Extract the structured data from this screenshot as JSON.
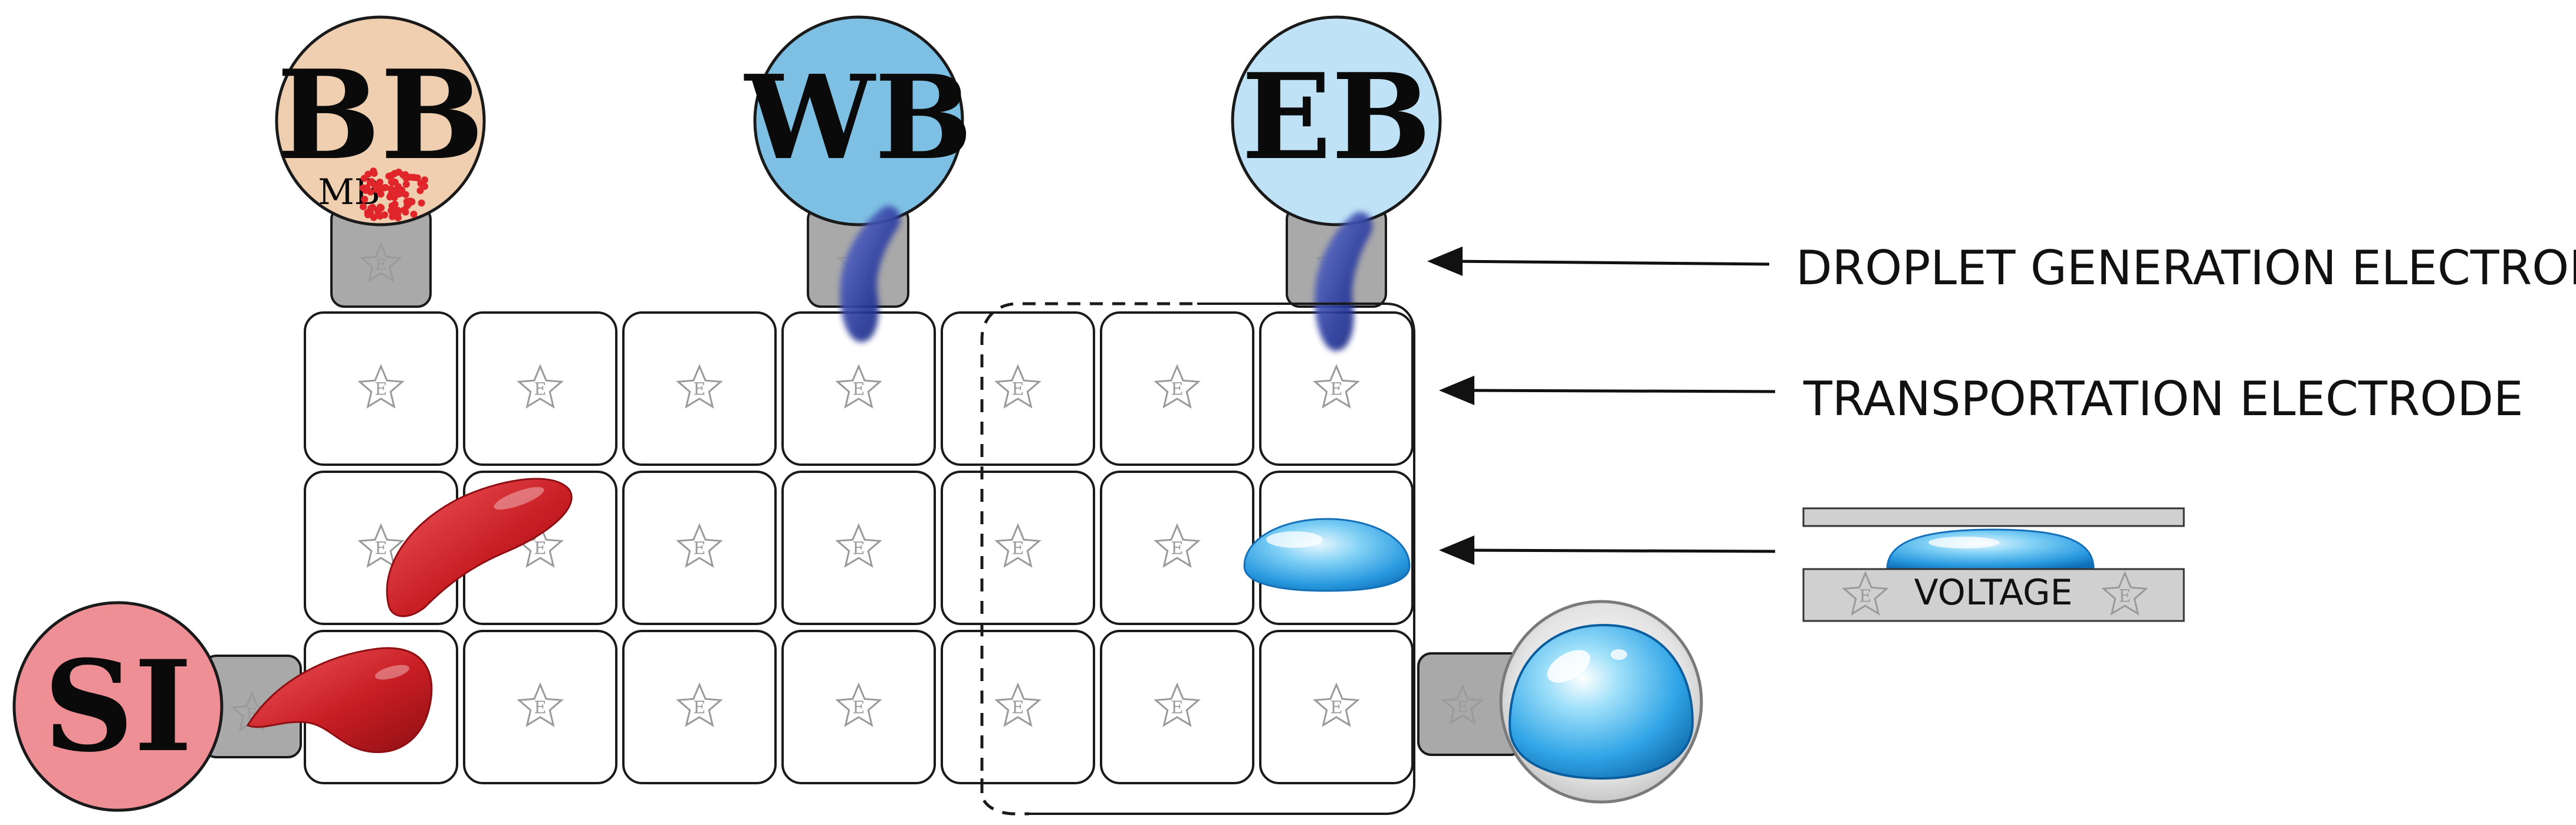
{
  "reservoirs": {
    "bb": {
      "label": "BB",
      "sublabel": "MB",
      "color": "#efcfb0"
    },
    "wb": {
      "label": "WB",
      "color": "#7ec0e3"
    },
    "eb": {
      "label": "EB",
      "color": "#bfe2f7"
    },
    "si": {
      "label": "SI",
      "color": "#ee8e95"
    }
  },
  "electrode_glyph": "E",
  "annotations": {
    "droplet_generation": "DROPLET GENERATION ELECTRODE",
    "transportation": "TRANSPORTATION ELECTRODE"
  },
  "inset": {
    "voltage_label": "VOLTAGE"
  },
  "grid": {
    "rows": 3,
    "columns": 7
  },
  "colors": {
    "cell_stroke": "#1a1a1a",
    "pad_fill": "#a9a9a9",
    "droplet_blue": "#3aa8e6",
    "sample_red": "#c81e24",
    "wash_blue": "#27389a"
  }
}
